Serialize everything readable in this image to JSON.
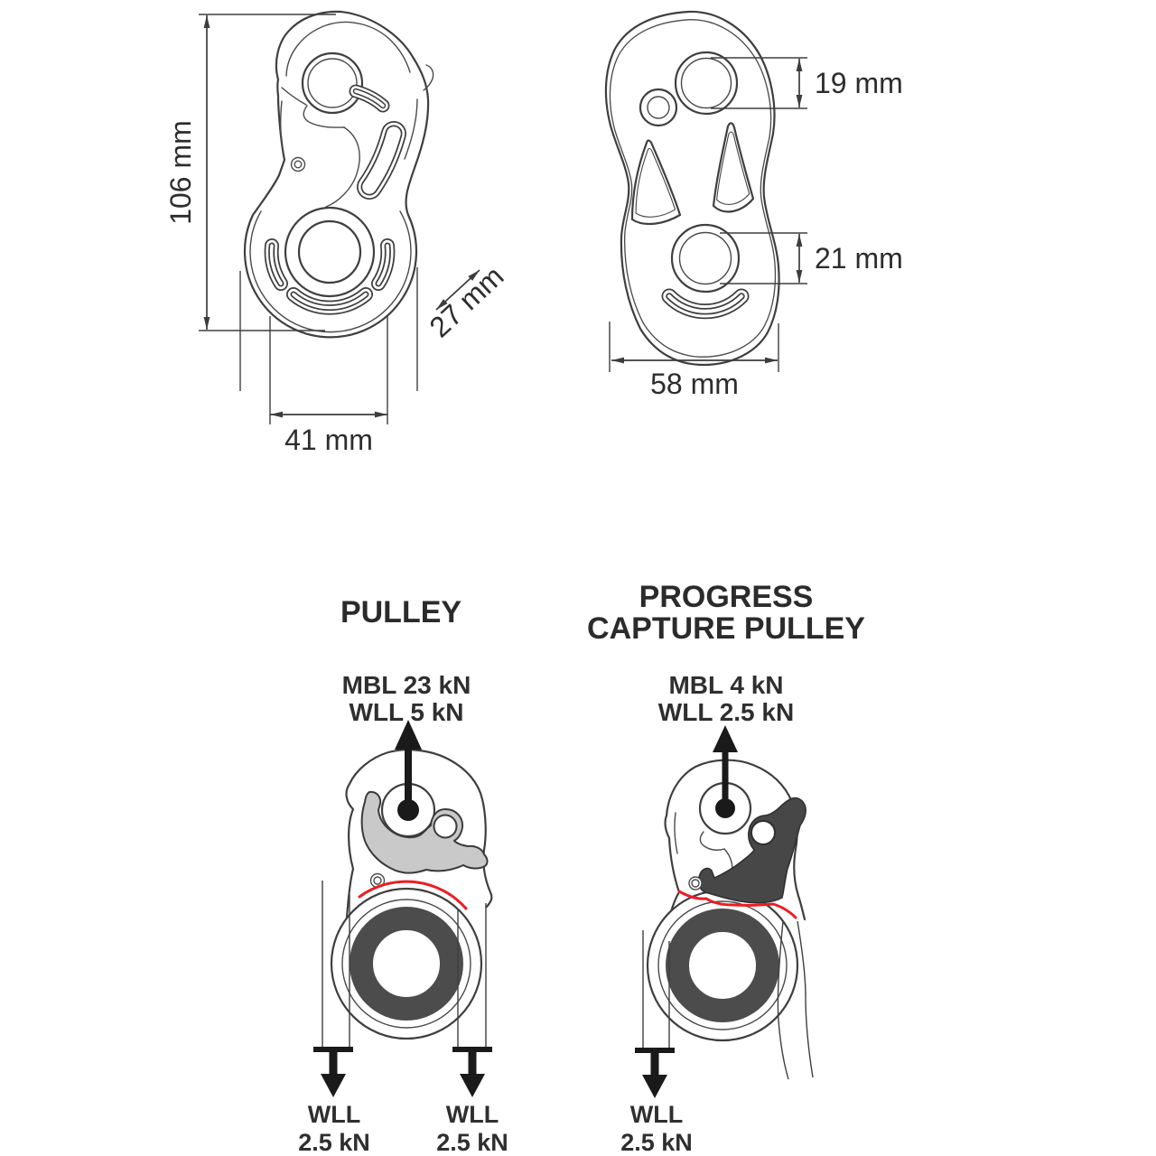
{
  "side_view": {
    "height_label": "106 mm",
    "hub_label": "41 mm",
    "depth_label": "27 mm"
  },
  "front_view": {
    "hole_label": "19 mm",
    "sheave_label": "21 mm",
    "width_label": "58 mm"
  },
  "pulley": {
    "title": "PULLEY",
    "mbl": "MBL 23 kN",
    "wll": "WLL 5 kN",
    "ends": [
      {
        "line1": "WLL",
        "line2": "2.5 kN"
      },
      {
        "line1": "WLL",
        "line2": "2.5 kN"
      }
    ]
  },
  "pcp": {
    "title_line1": "PROGRESS",
    "title_line2": "CAPTURE PULLEY",
    "mbl": "MBL 4 kN",
    "wll": "WLL 2.5 kN",
    "ends": [
      {
        "line1": "WLL",
        "line2": "2.5 kN"
      }
    ]
  },
  "colors": {
    "line": "#3f3f3f",
    "sheave_gray": "#4c4c4c",
    "cam_dark": "#474747",
    "cam_light": "#c9c9c9",
    "rope_red": "#ed1c24",
    "text": "#2d2d2d",
    "background": "#ffffff"
  }
}
